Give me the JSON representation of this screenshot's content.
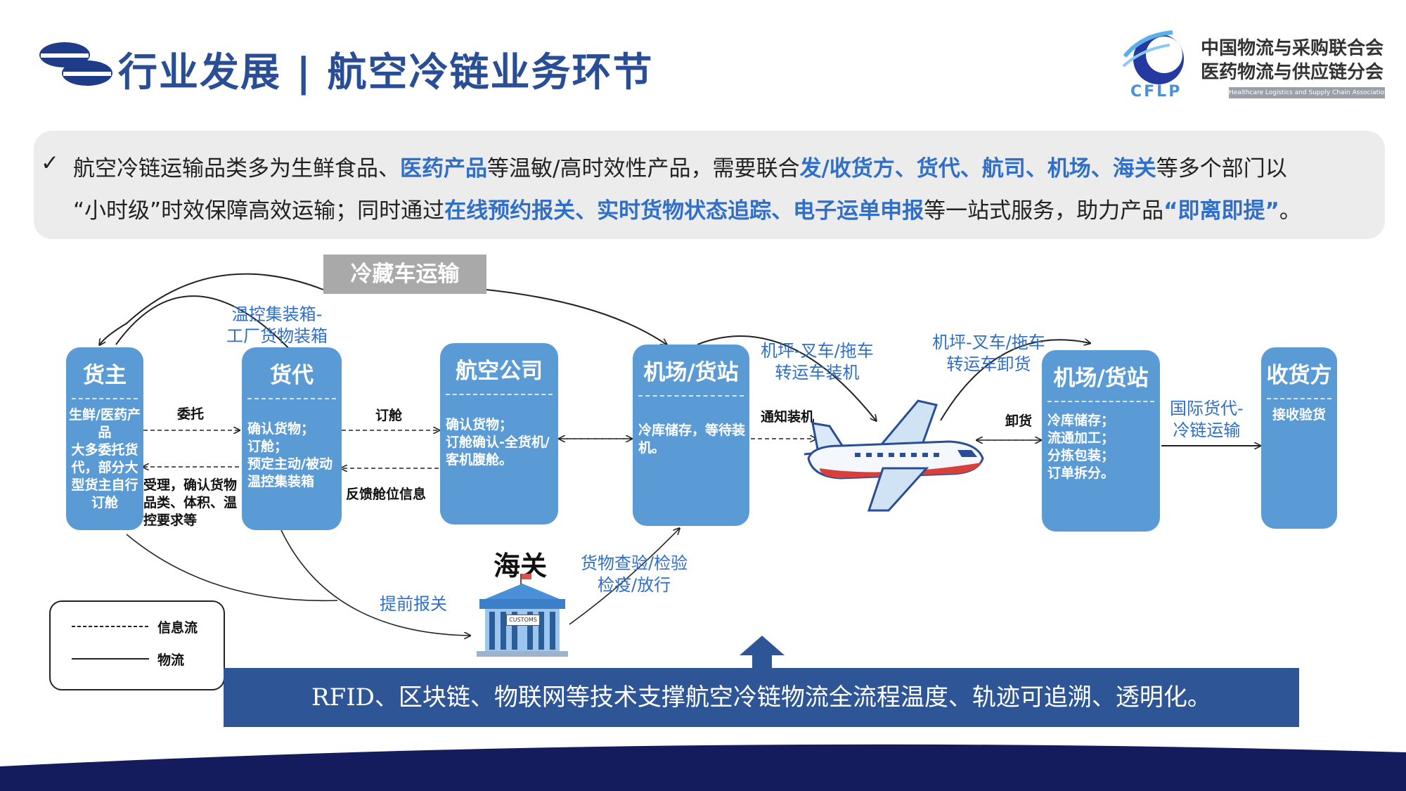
{
  "header": {
    "title": "行业发展 | 航空冷链业务环节",
    "org_line1": "中国物流与采购联合会",
    "org_line2": "医药物流与供应链分会",
    "org_en": "Healthcare Logistics and Supply Chain Association of CFLP",
    "logo_text": "CFLP"
  },
  "summary": {
    "check": "✓",
    "line1": [
      {
        "t": "航空冷链运输品类多为生鲜食品、",
        "hl": false
      },
      {
        "t": "医药产品",
        "hl": true
      },
      {
        "t": "等温敏/高时效性产品，需要联合",
        "hl": false
      },
      {
        "t": "发/收货方、货代、航司、机场、海关",
        "hl": true
      },
      {
        "t": "等多个部门以",
        "hl": false
      }
    ],
    "line2": [
      {
        "t": "“小时级”时效保障高效运输；同时通过",
        "hl": false
      },
      {
        "t": "在线预约报关、实时货物状态追踪、电子运单申报",
        "hl": true
      },
      {
        "t": "等一站式服务，助力产品",
        "hl": false
      },
      {
        "t": "“即离即提”",
        "hl": true
      },
      {
        "t": "。",
        "hl": false
      }
    ]
  },
  "diagram": {
    "reefer_chip": "冷藏车运输",
    "shipper": {
      "title": "货主",
      "body": "生鲜/医药产品\n大多委托货代，部分大型货主自行订舱"
    },
    "forwarder": {
      "title": "货代",
      "body": "确认货物；\n订舱；\n预定主动/被动温控集装箱"
    },
    "airline": {
      "title": "航空公司",
      "body": "确认货物；\n订舱确认-全货机/客机腹舱。"
    },
    "airport1": {
      "title": "机场/货站",
      "body": "冷库储存，等待装机。"
    },
    "airport2": {
      "title": "机场/货站",
      "body": "冷库储存；\n流通加工；\n分拣包装；\n订单拆分。"
    },
    "consignee": {
      "title": "收货方",
      "body": "接收验货"
    },
    "labels": {
      "container": "温控集装箱-\n工厂货物装箱",
      "entrust": "委托",
      "receive": "受理，确认货物品类、体积、温控要求等",
      "book": "订舱",
      "feedback": "反馈舱位信息",
      "notify": "通知装机",
      "load": "机坪-叉车/拖车\n转运车装机",
      "unload_tr": "机坪-叉车/拖车\n转运车卸货",
      "unload": "卸货",
      "intl": "国际货代-\n冷链运输",
      "customs": "海关",
      "customs_sign": "CUSTOMS",
      "inspect": "货物查验/检验\n检疫/放行",
      "declare": "提前报关"
    },
    "legend": {
      "info": "信息流",
      "logistics": "物流"
    }
  },
  "bottom_bar": "RFID、区块链、物联网等技术支撑航空冷链物流全流程温度、轨迹可追溯、透明化。",
  "colors": {
    "brand": "#2a4e96",
    "node": "#5b9bd5",
    "highlight": "#2f6fc8",
    "bar": "#2e5596",
    "footer": "#141c5e"
  }
}
